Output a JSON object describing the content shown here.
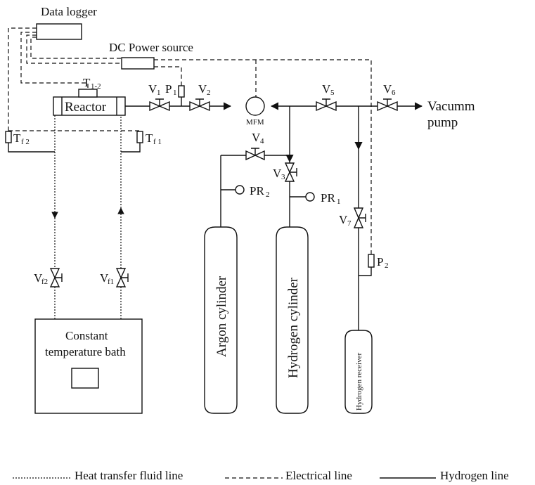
{
  "labels": {
    "data_logger": "Data logger",
    "dc_power": "DC Power source",
    "reactor": "Reactor",
    "t12": "T",
    "t12_sub": "1-2",
    "v1": "V",
    "v1_sub": "1",
    "p1": "P",
    "p1_sub": "1",
    "v2": "V",
    "v2_sub": "2",
    "mfm": "MFM",
    "v5": "V",
    "v5_sub": "5",
    "v6": "V",
    "v6_sub": "6",
    "vacuum_line1": "Vacumm",
    "vacuum_line2": "pump",
    "tf2": "T",
    "tf2_sub": "f 2",
    "tf1": "T",
    "tf1_sub": "f 1",
    "v4": "V",
    "v4_sub": "4",
    "v3": "V",
    "v3_sub": "3",
    "pr2": "PR",
    "pr2_sub": "2",
    "pr1": "PR",
    "pr1_sub": "1",
    "v7": "V",
    "v7_sub": "7",
    "p2": "P",
    "p2_sub": "2",
    "vf2": "V",
    "vf2_sub": "f2",
    "vf1": "V",
    "vf1_sub": "f1",
    "bath_line1": "Constant",
    "bath_line2": "temperature bath",
    "argon": "Argon cylinder",
    "hydrogen": "Hydrogen cylinder",
    "receiver": "Hydrogen receiver"
  },
  "legend": {
    "heat": "Heat transfer fluid line",
    "electrical": "Electrical line",
    "hydrogen": "Hydrogen line"
  }
}
